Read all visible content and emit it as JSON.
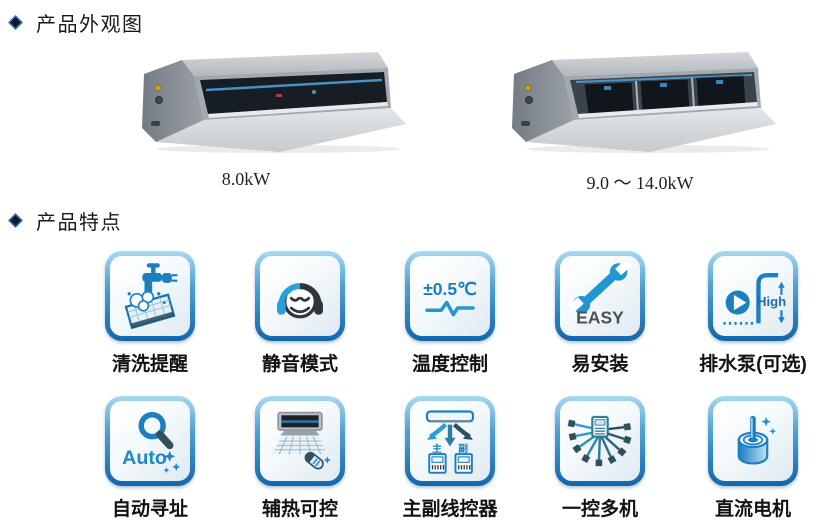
{
  "page": {
    "background": "#ffffff"
  },
  "headers": {
    "appearance": "产品外观图",
    "features": "产品特点"
  },
  "products": [
    {
      "name": "ducted-indoor-unit-small",
      "capacity_label": "8.0kW"
    },
    {
      "name": "ducted-indoor-unit-large",
      "capacity_label": "9.0 ～ 14.0kW"
    }
  ],
  "features": [
    {
      "label": "清洗提醒",
      "icon": "clean-reminder-icon"
    },
    {
      "label": "静音模式",
      "icon": "quiet-mode-icon"
    },
    {
      "label": "温度控制",
      "icon": "temp-control-icon",
      "badge_text": "±0.5℃"
    },
    {
      "label": "易安装",
      "icon": "easy-install-icon",
      "badge_text": "EASY"
    },
    {
      "label": "排水泵(可选)",
      "icon": "drain-pump-icon",
      "badge_text": "High"
    },
    {
      "label": "自动寻址",
      "icon": "auto-address-icon",
      "badge_text": "Auto"
    },
    {
      "label": "辅热可控",
      "icon": "aux-heat-icon"
    },
    {
      "label": "主副线控器",
      "icon": "main-sub-controller-icon",
      "main_label": "主",
      "sub_label": "副"
    },
    {
      "label": "一控多机",
      "icon": "one-control-multi-icon"
    },
    {
      "label": "直流电机",
      "icon": "dc-motor-icon"
    }
  ],
  "colors": {
    "accent_blue": "#1b7fc2",
    "badge_border_dark": "#0f62a9",
    "badge_border_light": "#9ed3ee",
    "dark_gray": "#30363b"
  }
}
